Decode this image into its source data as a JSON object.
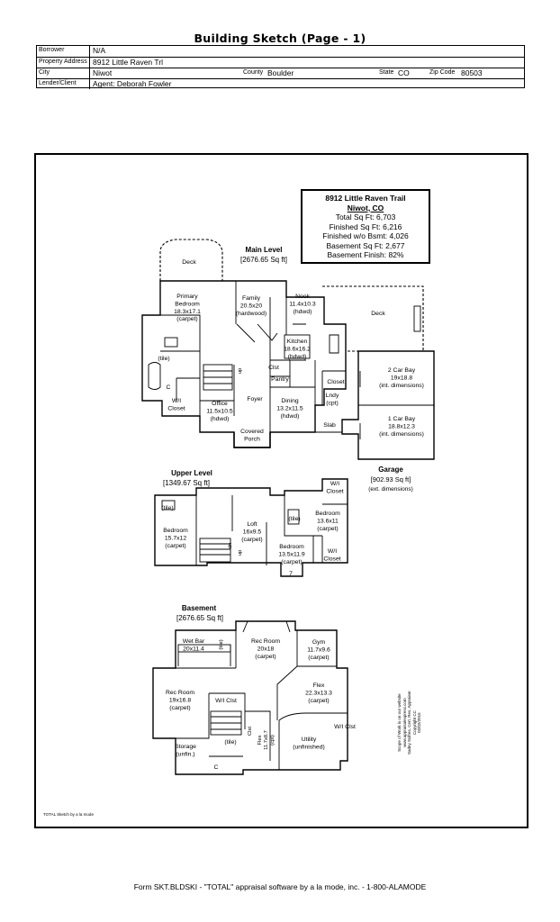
{
  "title": "Building Sketch (Page - 1)",
  "header": {
    "borrower_label": "Borrower",
    "borrower": "N/A",
    "address_label": "Property Address",
    "address": "8912 Little Raven Trl",
    "city_label": "City",
    "city": "Niwot",
    "county_label": "County",
    "county": "Boulder",
    "state_label": "State",
    "state": "CO",
    "zip_label": "Zip Code",
    "zip": "80503",
    "lender_label": "Lender/Client",
    "lender": "Agent: Deborah Fowler"
  },
  "summary": {
    "address": "8912 Little Raven Trail",
    "city": "Niwot, CO",
    "total": "Total Sq Ft: 6,703",
    "finished": "Finished Sq Ft: 6,216",
    "finished_no_bsmt": "Finished w/o Bsmt: 4,026",
    "basement": "Basement Sq Ft: 2,677",
    "basement_finish": "Basement Finish: 82%"
  },
  "levels": {
    "main_name": "Main Level",
    "main_area": "[2676.65 Sq ft]",
    "upper_name": "Upper Level",
    "upper_area": "[1349.67 Sq ft]",
    "basement_name": "Basement",
    "basement_area": "[2676.65 Sq ft]",
    "garage_name": "Garage",
    "garage_area": "[902.93 Sq ft]",
    "garage_note": "(ext. dimensions)"
  },
  "rooms": {
    "deck_main": "Deck",
    "deck_right": "Deck",
    "primary": [
      "Primary",
      "Bedroom",
      "18.3x17.1",
      "(carpet)"
    ],
    "family": [
      "Family",
      "20.5x20",
      "(hardwood)"
    ],
    "nook": [
      "Nook",
      "11.4x10.3",
      "(hdwd)"
    ],
    "kitchen": [
      "Kitchen",
      "18.6x16.2",
      "(hdwd)"
    ],
    "pantry": "Pantry",
    "clst": "Clst",
    "closet_main": "Closet",
    "lndy": [
      "Lndy",
      "(cpt)"
    ],
    "dining": [
      "Dining",
      "13.2x11.5",
      "(hdwd)"
    ],
    "foyer": "Foyer",
    "office": [
      "Office",
      "11.5x10.5",
      "(hdwd)"
    ],
    "wi_closet_main": [
      "W/I",
      "Closet"
    ],
    "tile_main": "(tile)",
    "covered_porch": [
      "Covered",
      "Porch"
    ],
    "slab": "Slab",
    "two_car": [
      "2 Car Bay",
      "19x18.8",
      "(int. dimensions)"
    ],
    "one_car": [
      "1 Car Bay",
      "18.8x12.3",
      "(int. dimensions)"
    ],
    "up_bed1": [
      "Bedroom",
      "15.7x12",
      "(carpet)"
    ],
    "loft": [
      "Loft",
      "16x9.5",
      "(carpet)"
    ],
    "up_bed2": [
      "Bedroom",
      "13.6x11",
      "(carpet)"
    ],
    "up_bed3": [
      "Bedroom",
      "13.5x11.9",
      "(carpet)"
    ],
    "wi_closet_up1": [
      "W/I",
      "Closet"
    ],
    "wi_closet_up2": [
      "W/I",
      "Closet"
    ],
    "tile_up1": "(tile)",
    "tile_up2": "(tile)",
    "dim_7": "7",
    "wet_bar": [
      "Wet Bar",
      "20x11.4"
    ],
    "rec1": [
      "Rec Room",
      "20x18",
      "(carpet)"
    ],
    "gym": [
      "Gym",
      "11.7x9.6",
      "(carpet)"
    ],
    "rec2": [
      "Rec Room",
      "19x16.8",
      "(carpet)"
    ],
    "wi_clst_b1": "W/I Clst",
    "flex1": [
      "Flex",
      "22.3x13.3",
      "(carpet)"
    ],
    "wi_clst_b2": "W/I Clst",
    "storage": [
      "Storage",
      "(unfin.)"
    ],
    "tile_b": "(tile)",
    "flex2": [
      "Flex",
      "11.7x8.7",
      "(cpt)"
    ],
    "utility": [
      "Utility",
      "(unfinished)"
    ],
    "up": "up",
    "dn": "dn",
    "c": "C",
    "tile_bar": "(tile)",
    "clst_b": "Clst"
  },
  "credit": "TOTAL Sketch by a la mode",
  "scope_note": [
    "Scope of Work is on our website",
    "www.appraisalexpress.com",
    "Sadey Scifres, Cert. Res. Appraiser",
    "Copyright CC",
    "02/02/2015"
  ],
  "footer": "Form SKT.BLDSKI - \"TOTAL\" appraisal software by a la mode, inc. - 1-800-ALAMODE"
}
